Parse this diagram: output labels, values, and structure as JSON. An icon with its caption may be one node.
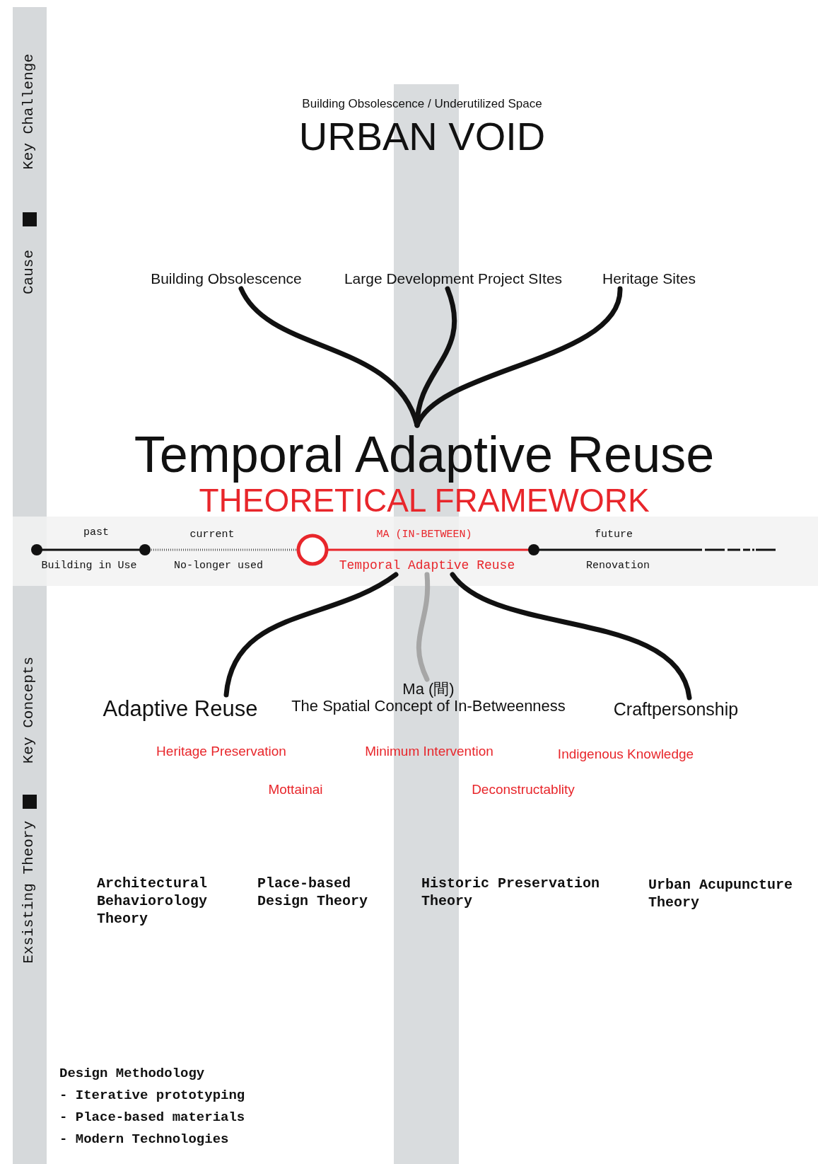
{
  "diagram": {
    "nodes": [
      {
        "text": [
          "Building Obsolescence"
        ]
      },
      {
        "text": [
          "Large Development Project SItes"
        ]
      },
      {
        "text": [
          "Heritage Sites"
        ]
      },
      {
        "text": [
          "Temporal Adaptive Reuse",
          "THEORETICAL FRAMEWORK"
        ]
      },
      {
        "text": [
          "Temporal Adaptive Reuse"
        ]
      },
      {
        "text": [
          "Adaptive Reuse"
        ]
      },
      {
        "text": [
          "Ma (間)",
          "The Spatial Concept of In-Betweenness"
        ]
      },
      {
        "text": [
          "Craftpersonship"
        ]
      }
    ],
    "edges": [
      {
        "from": 0,
        "to": 3,
        "arrow": "none"
      },
      {
        "from": 1,
        "to": 3,
        "arrow": "none"
      },
      {
        "from": 2,
        "to": 3,
        "arrow": "none"
      },
      {
        "from": 4,
        "to": 5,
        "arrow": "none"
      },
      {
        "from": 4,
        "to": 6,
        "arrow": "none",
        "color": "#a6a6a6"
      },
      {
        "from": 4,
        "to": 7,
        "arrow": "none"
      }
    ],
    "labels": [
      "Building Obsolescence / Underutilized Space",
      "URBAN VOID",
      "Key Challenge",
      "Cause",
      "past",
      "current",
      "MA (IN-BETWEEN)",
      "future",
      "Building in Use",
      "No-longer used",
      "Renovation",
      "Key Concepts",
      "Exsisting Theory",
      "Heritage Preservation",
      "Minimum Intervention",
      "Indigenous Knowledge",
      "Mottainai",
      "Deconstructablity",
      "Architectural Behaviorology Theory",
      "Place-based Design Theory",
      "Historic Preservation Theory",
      "Urban Acupuncture Theory",
      "Design Methodology",
      "- Iterative prototyping",
      "- Place-based materials",
      "- Modern Technologies"
    ]
  }
}
